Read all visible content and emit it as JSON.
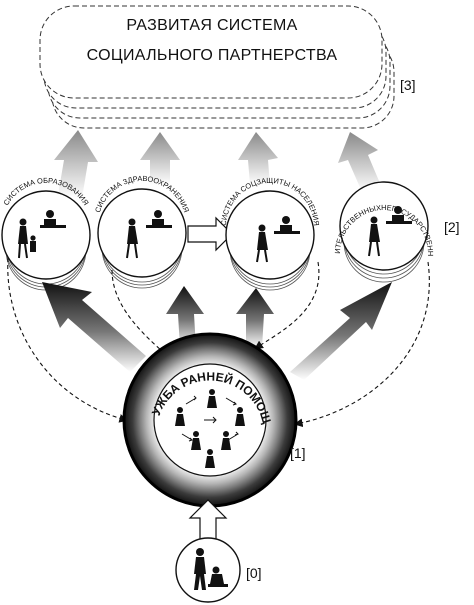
{
  "top_box": {
    "title_line1": "РАЗВИТАЯ СИСТЕМА",
    "title_line2": "СОЦИАЛЬНОГО ПАРТНЕРСТВА",
    "ref": "[3]"
  },
  "partner_systems": {
    "ref": "[2]",
    "items": [
      {
        "label": "СИСТЕМА ОБРАЗОВАНИЯ"
      },
      {
        "label": "СИСТЕМА ЗДРАВООХРАНЕНИЯ"
      },
      {
        "label": "СИСТЕМА СОЦЗАЩИТЫ НАСЕЛЕНИЯ"
      },
      {
        "label": "СИСТЕМА НЕПРАВИТЕЛЬСТВЕННЫХНЕГОСУДАРСТВЕННЫХ УЧРЕЖДЕНИЙ"
      }
    ]
  },
  "center_service": {
    "label": "СЛУЖБА РАННЕЙ ПОМОЩИ",
    "ref": "[1]"
  },
  "family": {
    "ref": "[0]"
  },
  "icons": {
    "person": "person-icon",
    "desk": "desk-specialist-icon",
    "exchange": "exchange-arrows-icon",
    "family": "parent-with-child-icon"
  },
  "colors": {
    "ink": "#111111",
    "arrow_dark": "#1a1a1a",
    "arrow_light": "#bdbdbd"
  }
}
